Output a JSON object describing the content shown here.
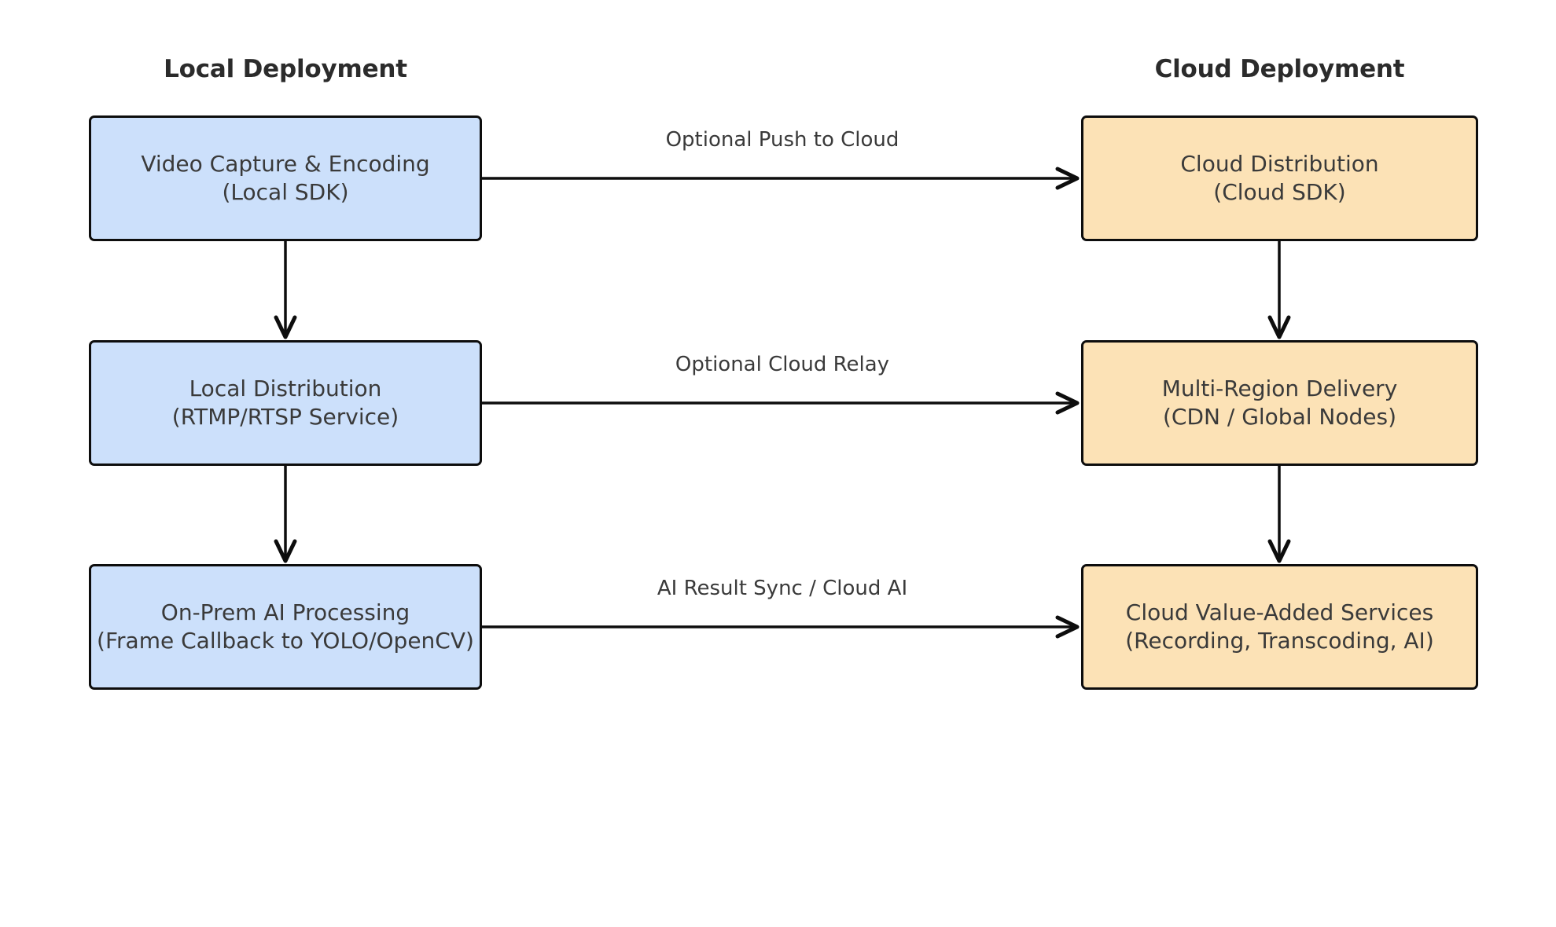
{
  "diagram": {
    "type": "flowchart",
    "orientation": "two-column",
    "background": "#ffffff",
    "columns": [
      {
        "id": "local",
        "title": "Local Deployment",
        "node_fill": "#cce0fb",
        "node_stroke": "#0d0d0d"
      },
      {
        "id": "cloud",
        "title": "Cloud Deployment",
        "node_fill": "#fce2b6",
        "node_stroke": "#0d0d0d"
      }
    ],
    "nodes": {
      "video_capture": {
        "line1": "Video Capture & Encoding",
        "line2": "(Local SDK)"
      },
      "local_distribution": {
        "line1": "Local Distribution",
        "line2": "(RTMP/RTSP Service)"
      },
      "onprem_ai": {
        "line1": "On-Prem AI Processing",
        "line2": "(Frame Callback to YOLO/OpenCV)"
      },
      "cloud_distribution": {
        "line1": "Cloud Distribution",
        "line2": "(Cloud SDK)"
      },
      "multi_region": {
        "line1": "Multi-Region Delivery",
        "line2": "(CDN / Global Nodes)"
      },
      "value_added": {
        "line1": "Cloud Value-Added Services",
        "line2": "(Recording, Transcoding, AI)"
      }
    },
    "edges": [
      {
        "id": "push-to-cloud",
        "from": "video_capture",
        "to": "cloud_distribution",
        "label": "Optional Push to Cloud",
        "direction": "horizontal"
      },
      {
        "id": "cloud-relay",
        "from": "local_distribution",
        "to": "multi_region",
        "label": "Optional Cloud Relay",
        "direction": "horizontal"
      },
      {
        "id": "ai-result-sync",
        "from": "onprem_ai",
        "to": "value_added",
        "label": "AI Result Sync / Cloud AI",
        "direction": "horizontal"
      },
      {
        "id": "local-capture-to-dist",
        "from": "video_capture",
        "to": "local_distribution",
        "label": "",
        "direction": "vertical"
      },
      {
        "id": "local-dist-to-ai",
        "from": "local_distribution",
        "to": "onprem_ai",
        "label": "",
        "direction": "vertical"
      },
      {
        "id": "cloud-dist-to-multiregion",
        "from": "cloud_distribution",
        "to": "multi_region",
        "label": "",
        "direction": "vertical"
      },
      {
        "id": "cloud-multiregion-to-value",
        "from": "multi_region",
        "to": "value_added",
        "label": "",
        "direction": "vertical"
      }
    ]
  }
}
